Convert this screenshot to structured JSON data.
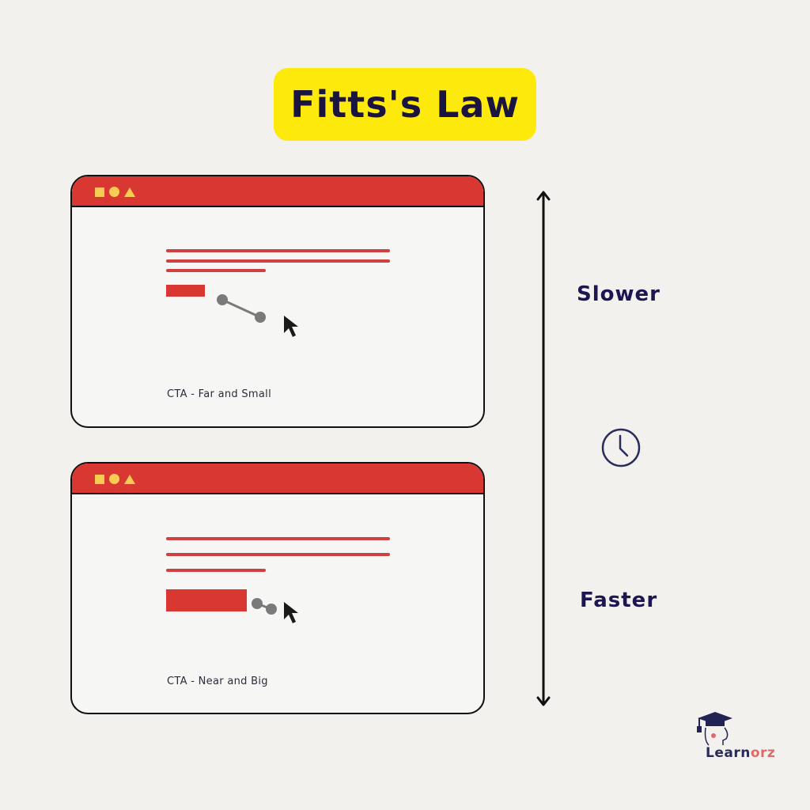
{
  "title": "Fitts's Law",
  "colors": {
    "background": "#f2f1ee",
    "title_bg": "#fdea0c",
    "title_text": "#1a1440",
    "window_bar": "#d93732",
    "window_bar_icons": "#f7cb54",
    "cta": "#d93732",
    "text_lines": "#cf4040",
    "connector": "#7a7a7a",
    "label_text": "#1d1650"
  },
  "panels": [
    {
      "caption": "CTA - Far and Small",
      "cta_size": "small",
      "distance": "far",
      "titlebar_icons": [
        "square-icon",
        "circle-icon",
        "triangle-icon"
      ]
    },
    {
      "caption": "CTA - Near and Big",
      "cta_size": "big",
      "distance": "near",
      "titlebar_icons": [
        "square-icon",
        "circle-icon",
        "triangle-icon"
      ]
    }
  ],
  "axis": {
    "top_label": "Slower",
    "bottom_label": "Faster",
    "center_icon": "clock-icon"
  },
  "logo": {
    "text_primary": "Learn",
    "text_accent": "orz"
  }
}
